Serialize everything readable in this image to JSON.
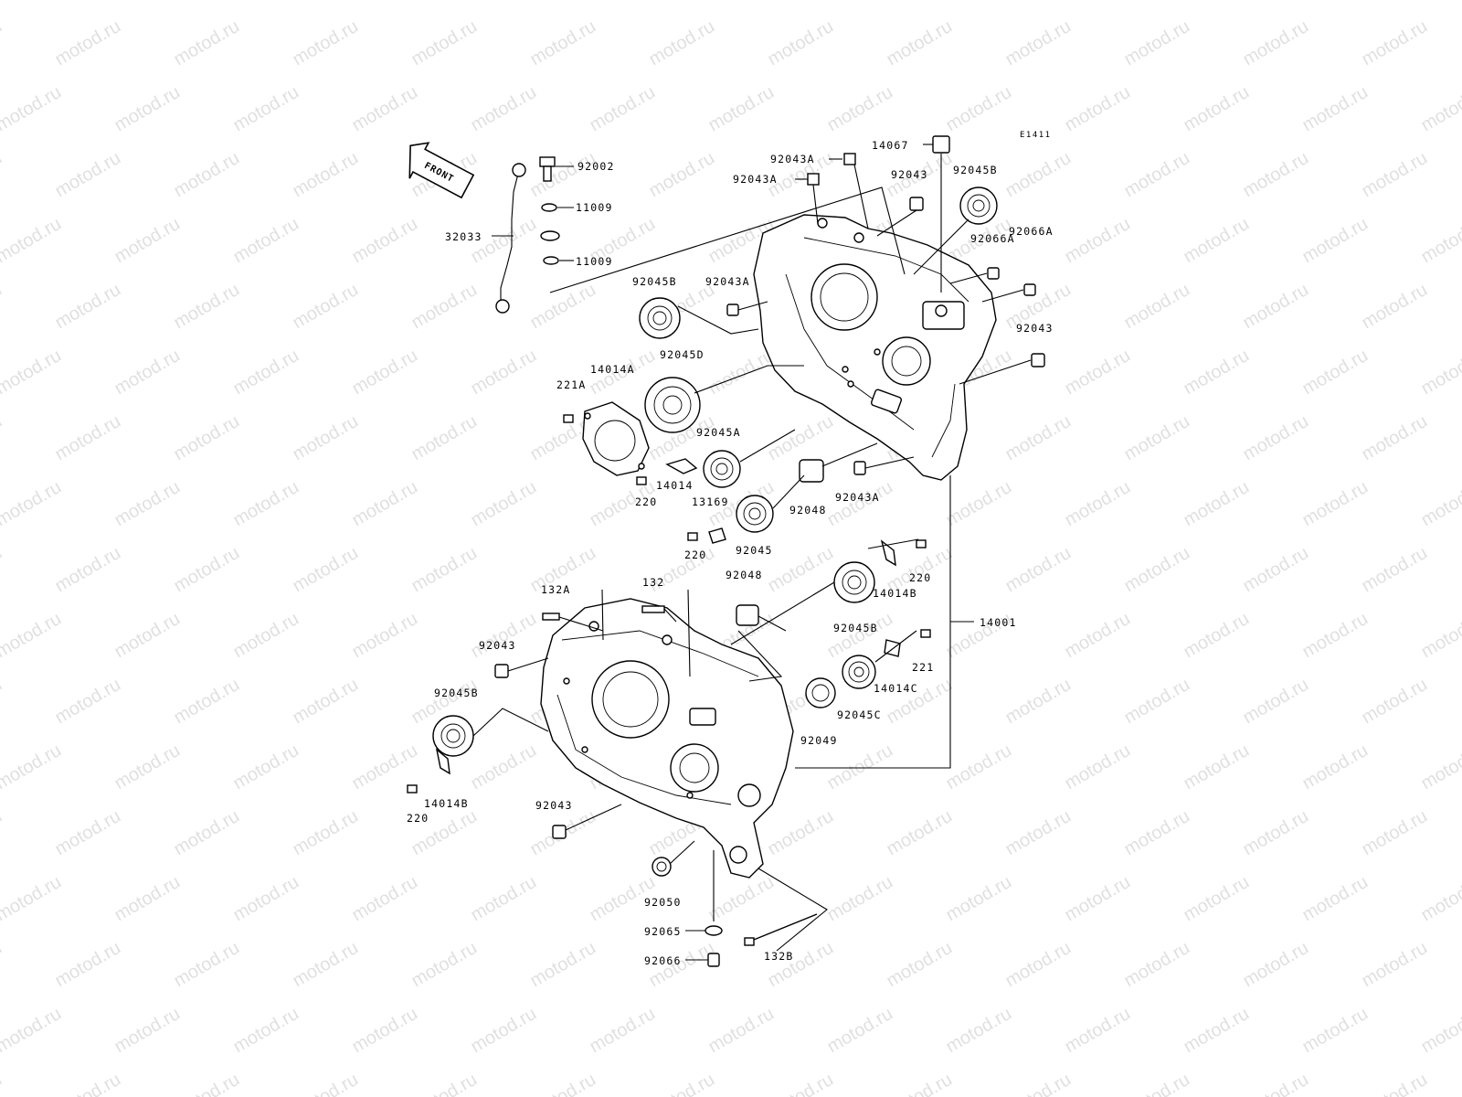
{
  "diagram_code": "E1411",
  "front_label": "FRONT",
  "watermark": "motod.ru",
  "labels": {
    "p92002": "92002",
    "p11009a": "11009",
    "p11009b": "11009",
    "p32033": "32033",
    "p92043A_top": "92043A",
    "p92043A_2": "92043A",
    "p14067": "14067",
    "p92043_top": "92043",
    "p92045B_top": "92045B",
    "p92066A_1": "92066A",
    "p92066A_2": "92066A",
    "p92045B_left": "92045B",
    "p92043A_mid": "92043A",
    "p92043_right": "92043",
    "p14014A": "14014A",
    "p92045D": "92045D",
    "p221A": "221A",
    "p92045A": "92045A",
    "p14014": "14014",
    "p220_a": "220",
    "p92048_top": "92048",
    "p92043A_low": "92043A",
    "p13169": "13169",
    "p92045": "92045",
    "p220_b": "220",
    "p220_c": "220",
    "p14014B_right": "14014B",
    "p92048_mid": "92048",
    "p92045B_mid": "92045B",
    "p132A": "132A",
    "p132": "132",
    "p14001": "14001",
    "p92043_lleft": "92043",
    "p221": "221",
    "p14014C": "14014C",
    "p92045B_lleft": "92045B",
    "p92049": "92049",
    "p92045C": "92045C",
    "p14014B_left": "14014B",
    "p220_d": "220",
    "p92043_bottom": "92043",
    "p92050": "92050",
    "p92065": "92065",
    "p92066": "92066",
    "p132B": "132B"
  }
}
